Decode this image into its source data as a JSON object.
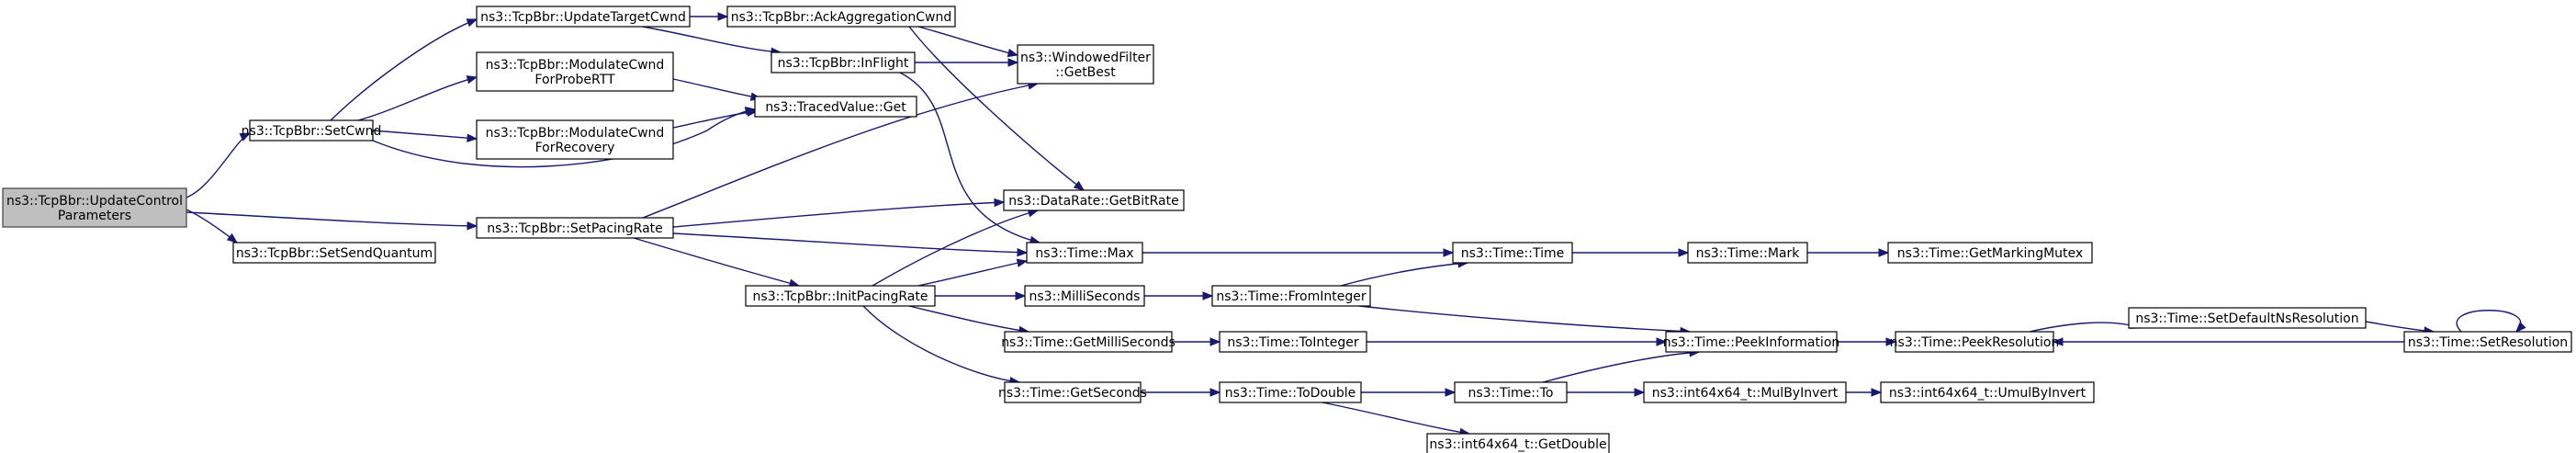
{
  "colors": {
    "edge": "#191970",
    "root_fill": "#bfbfbf",
    "node_fill": "#ffffff",
    "node_border": "#000000"
  },
  "nodes": {
    "update_control": [
      "ns3::TcpBbr::UpdateControl",
      "Parameters"
    ],
    "set_cwnd": [
      "ns3::TcpBbr::SetCwnd"
    ],
    "set_send_quantum": [
      "ns3::TcpBbr::SetSendQuantum"
    ],
    "set_pacing_rate": [
      "ns3::TcpBbr::SetPacingRate"
    ],
    "update_target_cwnd": [
      "ns3::TcpBbr::UpdateTargetCwnd"
    ],
    "modulate_probe_rtt": [
      "ns3::TcpBbr::ModulateCwnd",
      "ForProbeRTT"
    ],
    "modulate_recovery": [
      "ns3::TcpBbr::ModulateCwnd",
      "ForRecovery"
    ],
    "ack_aggregation": [
      "ns3::TcpBbr::AckAggregationCwnd"
    ],
    "in_flight": [
      "ns3::TcpBbr::InFlight"
    ],
    "windowed_filter": [
      "ns3::WindowedFilter",
      "::GetBest"
    ],
    "traced_value_get": [
      "ns3::TracedValue::Get"
    ],
    "datarate_getbitrate": [
      "ns3::DataRate::GetBitRate"
    ],
    "time_max": [
      "ns3::Time::Max"
    ],
    "init_pacing_rate": [
      "ns3::TcpBbr::InitPacingRate"
    ],
    "milliseconds": [
      "ns3::MilliSeconds"
    ],
    "time_getmilliseconds": [
      "ns3::Time::GetMilliSeconds"
    ],
    "time_getseconds": [
      "ns3::Time::GetSeconds"
    ],
    "time_time": [
      "ns3::Time::Time"
    ],
    "time_frominteger": [
      "ns3::Time::FromInteger"
    ],
    "time_tointeger": [
      "ns3::Time::ToInteger"
    ],
    "time_todouble": [
      "ns3::Time::ToDouble"
    ],
    "time_mark": [
      "ns3::Time::Mark"
    ],
    "time_getmarkingmutex": [
      "ns3::Time::GetMarkingMutex"
    ],
    "time_peekinformation": [
      "ns3::Time::PeekInformation"
    ],
    "time_to": [
      "ns3::Time::To"
    ],
    "int64x64_getdouble": [
      "ns3::int64x64_t::GetDouble"
    ],
    "int64x64_mulbyinvert": [
      "ns3::int64x64_t::MulByInvert"
    ],
    "int64x64_umulbyinvert": [
      "ns3::int64x64_t::UmulByInvert"
    ],
    "time_peekresolution": [
      "ns3::Time::PeekResolution"
    ],
    "time_setdefaultnsresolution": [
      "ns3::Time::SetDefaultNsResolution"
    ],
    "time_setresolution": [
      "ns3::Time::SetResolution"
    ]
  }
}
